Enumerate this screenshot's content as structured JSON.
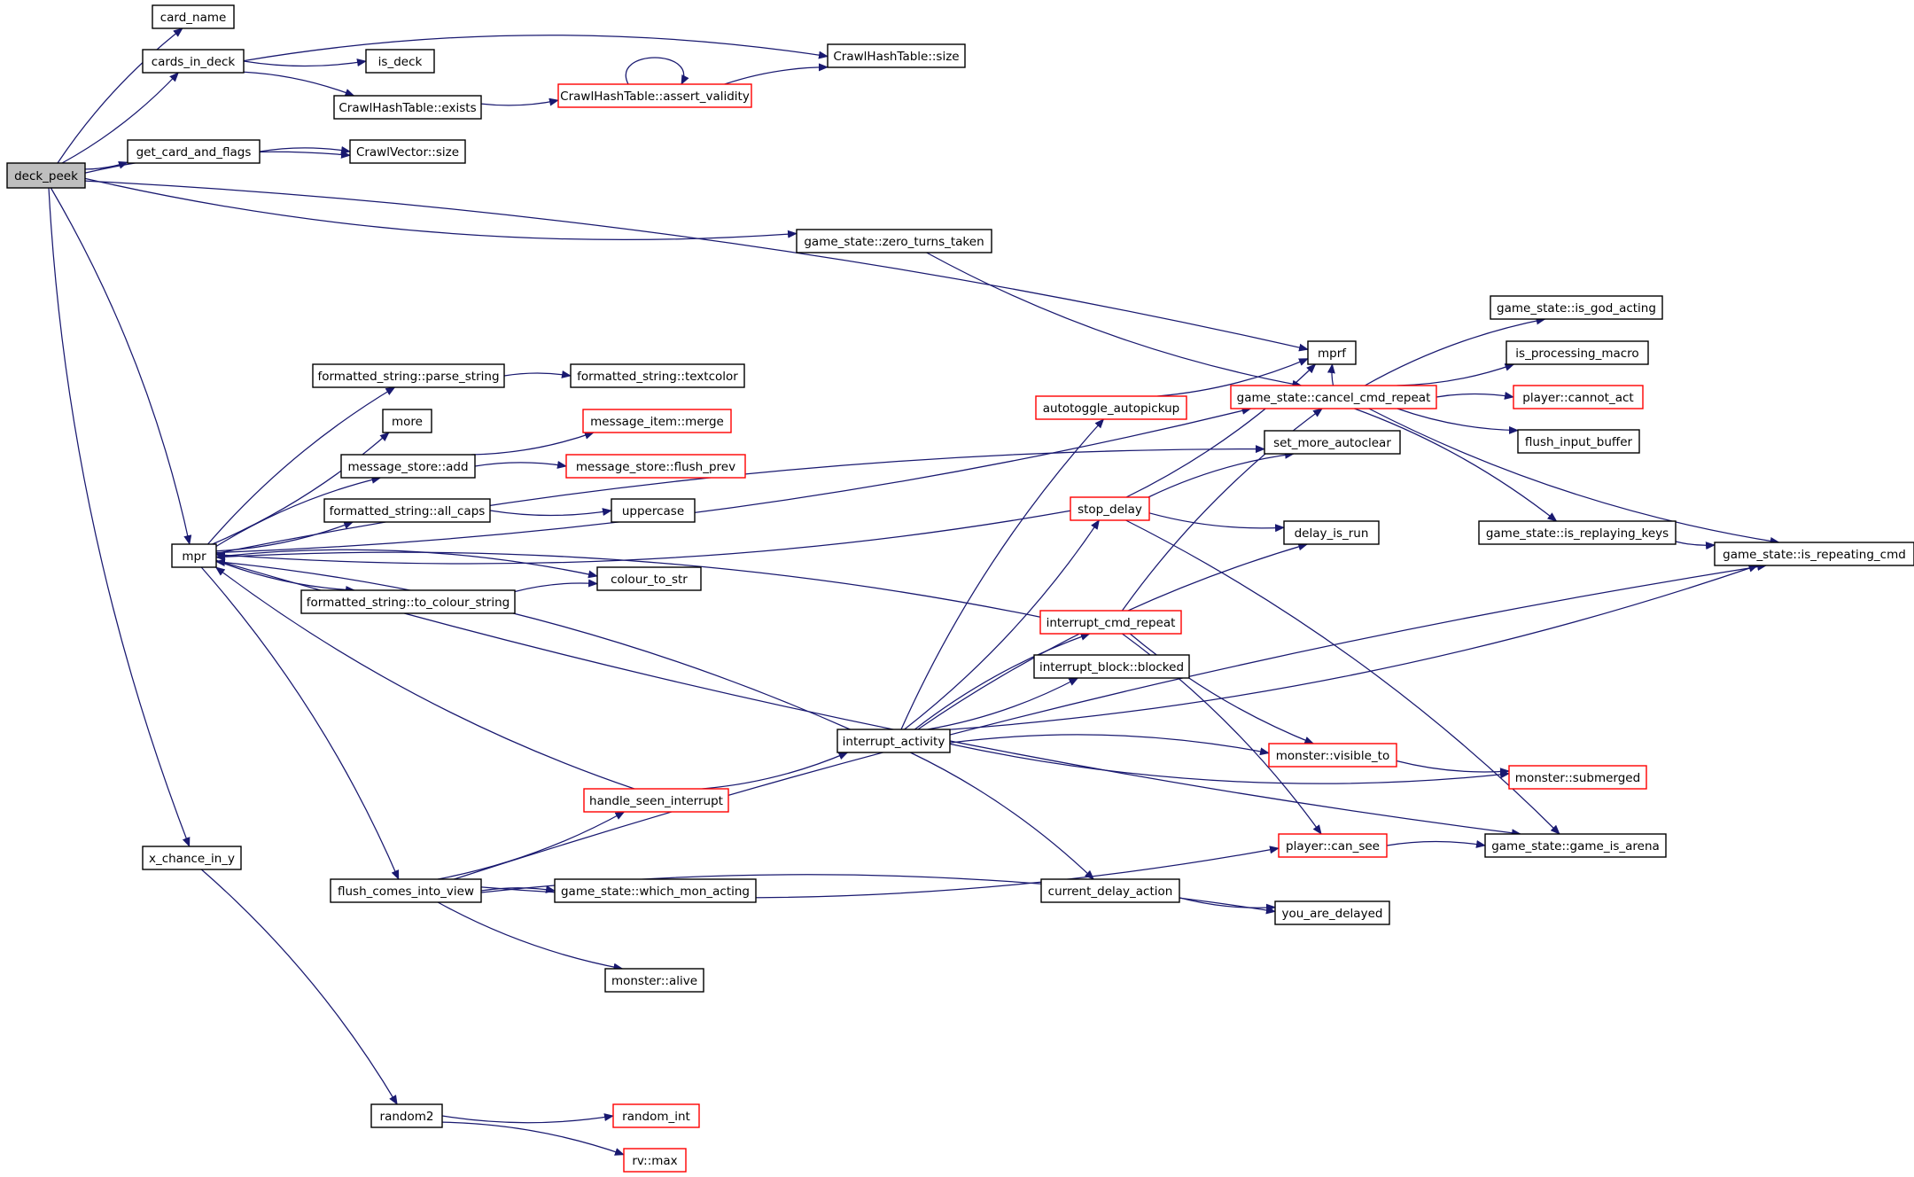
{
  "colors": {
    "edge": "#191970",
    "box_normal": "#000000",
    "box_truncated": "#ff0000",
    "root_fill": "#bfbfbf",
    "background": "#ffffff"
  },
  "nodes": [
    {
      "id": "deck_peek",
      "label": "deck_peek",
      "kind": "root"
    },
    {
      "id": "card_name",
      "label": "card_name",
      "kind": "normal"
    },
    {
      "id": "cards_in_deck",
      "label": "cards_in_deck",
      "kind": "normal"
    },
    {
      "id": "is_deck",
      "label": "is_deck",
      "kind": "normal"
    },
    {
      "id": "hash_size",
      "label": "CrawlHashTable::size",
      "kind": "normal"
    },
    {
      "id": "hash_exists",
      "label": "CrawlHashTable::exists",
      "kind": "normal"
    },
    {
      "id": "hash_assert",
      "label": "CrawlHashTable::assert_validity",
      "kind": "truncated"
    },
    {
      "id": "get_card_and_flags",
      "label": "get_card_and_flags",
      "kind": "normal"
    },
    {
      "id": "vector_size",
      "label": "CrawlVector::size",
      "kind": "normal"
    },
    {
      "id": "zero_turns",
      "label": "game_state::zero_turns_taken",
      "kind": "normal"
    },
    {
      "id": "mprf",
      "label": "mprf",
      "kind": "normal"
    },
    {
      "id": "is_god_acting",
      "label": "game_state::is_god_acting",
      "kind": "normal"
    },
    {
      "id": "is_processing_macro",
      "label": "is_processing_macro",
      "kind": "normal"
    },
    {
      "id": "cancel_cmd_repeat",
      "label": "game_state::cancel_cmd_repeat",
      "kind": "truncated"
    },
    {
      "id": "cannot_act",
      "label": "player::cannot_act",
      "kind": "truncated"
    },
    {
      "id": "flush_input_buffer",
      "label": "flush_input_buffer",
      "kind": "normal"
    },
    {
      "id": "is_replaying_keys",
      "label": "game_state::is_replaying_keys",
      "kind": "normal"
    },
    {
      "id": "is_repeating_cmd",
      "label": "game_state::is_repeating_cmd",
      "kind": "normal"
    },
    {
      "id": "parse_string",
      "label": "formatted_string::parse_string",
      "kind": "normal"
    },
    {
      "id": "textcolor",
      "label": "formatted_string::textcolor",
      "kind": "normal"
    },
    {
      "id": "more",
      "label": "more",
      "kind": "normal"
    },
    {
      "id": "msg_merge",
      "label": "message_item::merge",
      "kind": "truncated"
    },
    {
      "id": "msg_add",
      "label": "message_store::add",
      "kind": "normal"
    },
    {
      "id": "msg_flush_prev",
      "label": "message_store::flush_prev",
      "kind": "truncated"
    },
    {
      "id": "all_caps",
      "label": "formatted_string::all_caps",
      "kind": "normal"
    },
    {
      "id": "uppercase",
      "label": "uppercase",
      "kind": "normal"
    },
    {
      "id": "mpr",
      "label": "mpr",
      "kind": "normal"
    },
    {
      "id": "colour_to_str",
      "label": "colour_to_str",
      "kind": "normal"
    },
    {
      "id": "to_colour_string",
      "label": "formatted_string::to_colour_string",
      "kind": "normal"
    },
    {
      "id": "autotoggle",
      "label": "autotoggle_autopickup",
      "kind": "truncated"
    },
    {
      "id": "set_more_autoclear",
      "label": "set_more_autoclear",
      "kind": "normal"
    },
    {
      "id": "stop_delay",
      "label": "stop_delay",
      "kind": "truncated"
    },
    {
      "id": "delay_is_run",
      "label": "delay_is_run",
      "kind": "normal"
    },
    {
      "id": "interrupt_cmd_repeat",
      "label": "interrupt_cmd_repeat",
      "kind": "truncated"
    },
    {
      "id": "interrupt_blocked",
      "label": "interrupt_block::blocked",
      "kind": "normal"
    },
    {
      "id": "interrupt_activity",
      "label": "interrupt_activity",
      "kind": "normal"
    },
    {
      "id": "visible_to",
      "label": "monster::visible_to",
      "kind": "truncated"
    },
    {
      "id": "submerged",
      "label": "monster::submerged",
      "kind": "truncated"
    },
    {
      "id": "handle_seen_interrupt",
      "label": "handle_seen_interrupt",
      "kind": "truncated"
    },
    {
      "id": "can_see",
      "label": "player::can_see",
      "kind": "truncated"
    },
    {
      "id": "game_is_arena",
      "label": "game_state::game_is_arena",
      "kind": "normal"
    },
    {
      "id": "x_chance_in_y",
      "label": "x_chance_in_y",
      "kind": "normal"
    },
    {
      "id": "flush_comes",
      "label": "flush_comes_into_view",
      "kind": "normal"
    },
    {
      "id": "which_mon_acting",
      "label": "game_state::which_mon_acting",
      "kind": "normal"
    },
    {
      "id": "current_delay_action",
      "label": "current_delay_action",
      "kind": "normal"
    },
    {
      "id": "you_are_delayed",
      "label": "you_are_delayed",
      "kind": "normal"
    },
    {
      "id": "monster_alive",
      "label": "monster::alive",
      "kind": "normal"
    },
    {
      "id": "random2",
      "label": "random2",
      "kind": "normal"
    },
    {
      "id": "random_int",
      "label": "random_int",
      "kind": "truncated"
    },
    {
      "id": "rv_max",
      "label": "rv::max",
      "kind": "truncated"
    }
  ],
  "edges": [
    [
      "deck_peek",
      "card_name"
    ],
    [
      "deck_peek",
      "cards_in_deck"
    ],
    [
      "deck_peek",
      "vector_size"
    ],
    [
      "deck_peek",
      "get_card_and_flags"
    ],
    [
      "deck_peek",
      "mprf"
    ],
    [
      "deck_peek",
      "zero_turns"
    ],
    [
      "deck_peek",
      "mpr"
    ],
    [
      "deck_peek",
      "x_chance_in_y"
    ],
    [
      "cards_in_deck",
      "hash_size"
    ],
    [
      "cards_in_deck",
      "is_deck"
    ],
    [
      "cards_in_deck",
      "hash_exists"
    ],
    [
      "hash_exists",
      "hash_assert"
    ],
    [
      "hash_assert",
      "hash_size"
    ],
    [
      "hash_assert",
      "hash_assert"
    ],
    [
      "get_card_and_flags",
      "vector_size"
    ],
    [
      "zero_turns",
      "cancel_cmd_repeat"
    ],
    [
      "cancel_cmd_repeat",
      "is_god_acting"
    ],
    [
      "cancel_cmd_repeat",
      "is_processing_macro"
    ],
    [
      "cancel_cmd_repeat",
      "cannot_act"
    ],
    [
      "cancel_cmd_repeat",
      "flush_input_buffer"
    ],
    [
      "cancel_cmd_repeat",
      "is_replaying_keys"
    ],
    [
      "cancel_cmd_repeat",
      "is_repeating_cmd"
    ],
    [
      "cancel_cmd_repeat",
      "mprf"
    ],
    [
      "is_replaying_keys",
      "is_repeating_cmd"
    ],
    [
      "mpr",
      "set_more_autoclear"
    ],
    [
      "mpr",
      "cancel_cmd_repeat"
    ],
    [
      "mpr",
      "parse_string"
    ],
    [
      "mpr",
      "more"
    ],
    [
      "mpr",
      "msg_add"
    ],
    [
      "mpr",
      "all_caps"
    ],
    [
      "mpr",
      "colour_to_str"
    ],
    [
      "mpr",
      "to_colour_string"
    ],
    [
      "mpr",
      "flush_comes"
    ],
    [
      "mpr",
      "game_is_arena"
    ],
    [
      "parse_string",
      "textcolor"
    ],
    [
      "msg_add",
      "msg_merge"
    ],
    [
      "msg_add",
      "msg_flush_prev"
    ],
    [
      "all_caps",
      "uppercase"
    ],
    [
      "to_colour_string",
      "colour_to_str"
    ],
    [
      "interrupt_activity",
      "mpr"
    ],
    [
      "interrupt_activity",
      "autotoggle"
    ],
    [
      "interrupt_activity",
      "stop_delay"
    ],
    [
      "interrupt_activity",
      "interrupt_cmd_repeat"
    ],
    [
      "interrupt_activity",
      "interrupt_blocked"
    ],
    [
      "interrupt_activity",
      "delay_is_run"
    ],
    [
      "interrupt_activity",
      "is_repeating_cmd"
    ],
    [
      "interrupt_activity",
      "visible_to"
    ],
    [
      "interrupt_activity",
      "submerged"
    ],
    [
      "interrupt_activity",
      "current_delay_action"
    ],
    [
      "autotoggle",
      "mprf"
    ],
    [
      "stop_delay",
      "mpr"
    ],
    [
      "stop_delay",
      "mprf"
    ],
    [
      "stop_delay",
      "set_more_autoclear"
    ],
    [
      "stop_delay",
      "delay_is_run"
    ],
    [
      "stop_delay",
      "game_is_arena"
    ],
    [
      "interrupt_cmd_repeat",
      "mpr"
    ],
    [
      "interrupt_cmd_repeat",
      "cancel_cmd_repeat"
    ],
    [
      "interrupt_cmd_repeat",
      "visible_to"
    ],
    [
      "interrupt_cmd_repeat",
      "can_see"
    ],
    [
      "visible_to",
      "submerged"
    ],
    [
      "handle_seen_interrupt",
      "mpr"
    ],
    [
      "handle_seen_interrupt",
      "interrupt_activity"
    ],
    [
      "can_see",
      "game_is_arena"
    ],
    [
      "current_delay_action",
      "you_are_delayed"
    ],
    [
      "x_chance_in_y",
      "random2"
    ],
    [
      "random2",
      "random_int"
    ],
    [
      "random2",
      "rv_max"
    ],
    [
      "flush_comes",
      "handle_seen_interrupt"
    ],
    [
      "flush_comes",
      "which_mon_acting"
    ],
    [
      "flush_comes",
      "can_see"
    ],
    [
      "flush_comes",
      "you_are_delayed"
    ],
    [
      "flush_comes",
      "monster_alive"
    ],
    [
      "flush_comes",
      "is_repeating_cmd"
    ]
  ]
}
